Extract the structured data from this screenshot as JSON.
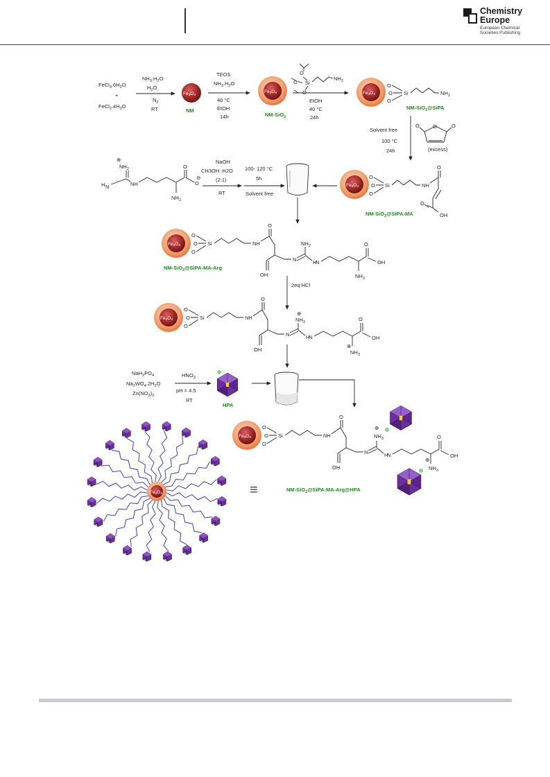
{
  "header": {
    "logo_line1": "Chemistry",
    "logo_line2": "Europe",
    "logo_line3": "European Chemical",
    "logo_line4": "Societies Publishing"
  },
  "core_label": "Fe3O4",
  "si_label": "Si",
  "labels": {
    "nm": "NM",
    "nm_sio2": "NM-SiO2",
    "nm_sio2_sipa": "NM-SiO2@SiPA",
    "nm_sio2_sipa_ma": "NM-SiO2@SiPA-MA",
    "nm_sio2_sipa_ma_arg": "NM-SiO2@SiPA-MA-Arg",
    "hpa": "HPA",
    "final": "NM-SiO2@SiPA-MA-Arg@HPA"
  },
  "reagents": {
    "fe_salts": [
      "FeCl3.6H2O",
      "+",
      "FeCl2.4H2O"
    ],
    "step1": [
      "NH3.H2O",
      "H2O",
      "N2",
      "RT"
    ],
    "step2": [
      "TEOS",
      "NH3.H2O",
      "40 °C",
      "EtOH",
      "14h"
    ],
    "step3": [
      "EtOH",
      "40 °C",
      "24h"
    ],
    "step4": [
      "Solvent free",
      "100 °C",
      "24h"
    ],
    "step4_excess": "(excess)",
    "step5": [
      "NaOH",
      "CH3OH :H2O",
      "(2:1)",
      "RT"
    ],
    "step6": [
      "100- 120 °C",
      "5h",
      "Solvent free"
    ],
    "step7": [
      "2eq HCl"
    ],
    "hpa_salts": [
      "NaH2PO4",
      "Na2WO4.2H2O",
      "Zn(NO3)2"
    ],
    "step8": [
      "HNO3",
      "pH = 4.5",
      "RT"
    ]
  },
  "atoms": {
    "nh2": "NH2",
    "nh3": "NH3",
    "nh": "NH",
    "h": "H",
    "n": "N",
    "o": "O",
    "oh": "OH",
    "plus": "⊕",
    "minus": "⊖"
  },
  "equivalence": "≡",
  "colors": {
    "label_green": "#1f8a1f",
    "core_red": "#a52a2a",
    "shell_orange": "#f4a070",
    "chain_blue": "#3a3ac8",
    "hpa_purple": "#6a2f9a"
  }
}
